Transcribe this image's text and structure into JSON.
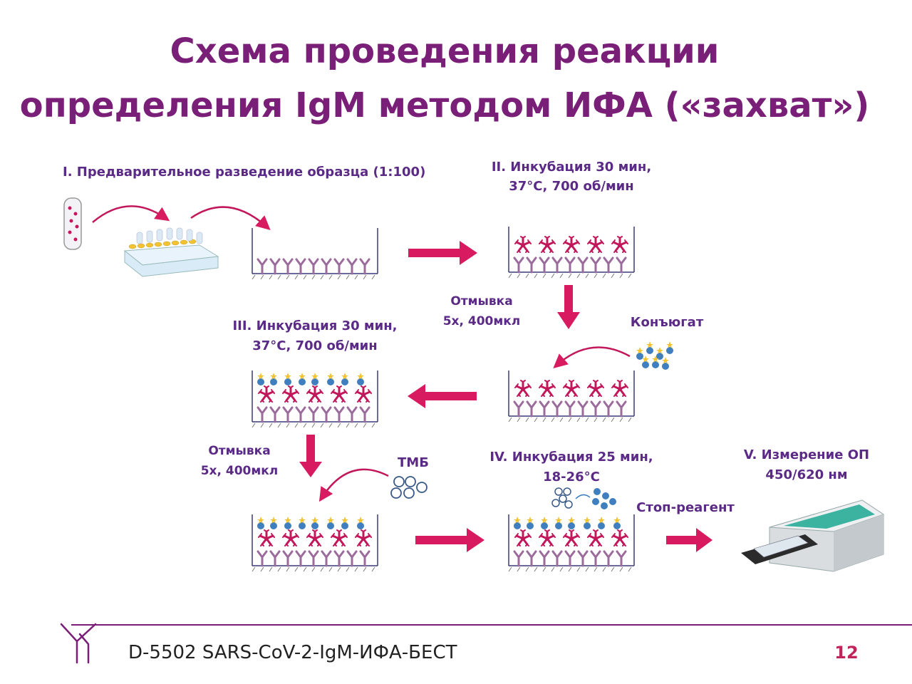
{
  "slide": {
    "title_line1": "Схема проведения реакции",
    "title_line2": "определения IgM методом ИФА («захват»)",
    "footer": "D-5502 SARS-CoV-2-IgM-ИФА-БЕСТ",
    "page_number": "12"
  },
  "steps": {
    "step1": "I. Предварительное разведение образца (1:100)",
    "step2_line1": "II. Инкубация 30 мин,",
    "step2_line2": "37°C, 700 об/мин",
    "wash1_line1": "Отмывка",
    "wash1_line2": "5х, 400мкл",
    "conjugate": "Конъюгат",
    "step3_line1": "III. Инкубация 30 мин,",
    "step3_line2": "37°C, 700 об/мин",
    "wash2_line1": "Отмывка",
    "wash2_line2": "5х, 400мкл",
    "tmb": "ТМБ",
    "step4_line1": "IV. Инкубация 25 мин,",
    "step4_line2": "18-26°C",
    "stop_reagent": "Стоп-реагент",
    "step5_line1": "V. Измерение ОП",
    "step5_line2": "450/620 нм"
  },
  "colors": {
    "title": "#7a1f78",
    "label": "#5a2a86",
    "arrow": "#d81b60",
    "antibody": "#9b6b9b",
    "antigen": "#c2185b",
    "conjugate": "#3f7fc0",
    "enzyme": "#f2c230",
    "footer_line": "#7a1f78"
  }
}
